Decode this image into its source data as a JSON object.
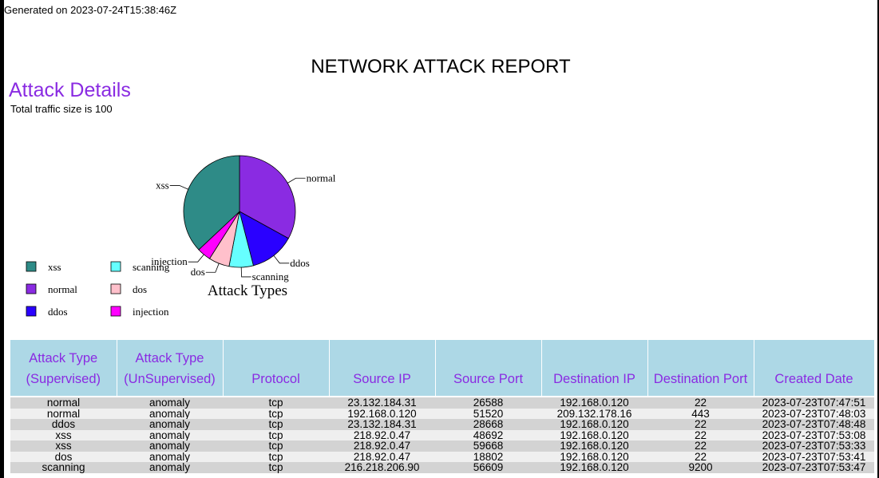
{
  "generated": "Generated on 2023-07-24T15:38:46Z",
  "report_title": "NETWORK ATTACK REPORT",
  "section_title": "Attack Details",
  "traffic_text": "Total traffic size is 100",
  "chart_data": {
    "type": "pie",
    "title": "Attack Types",
    "legend_placement": "bottom-left",
    "slices": [
      {
        "label": "normal",
        "value": 33,
        "color": "#8a2be2"
      },
      {
        "label": "ddos",
        "value": 13,
        "color": "#2a00ff"
      },
      {
        "label": "scanning",
        "value": 7,
        "color": "#66ffff"
      },
      {
        "label": "dos",
        "value": 6,
        "color": "#ffc0cb"
      },
      {
        "label": "injection",
        "value": 4,
        "color": "#ff00ff"
      },
      {
        "label": "xss",
        "value": 37,
        "color": "#2e8b87"
      }
    ],
    "legend": [
      {
        "label": "xss",
        "color": "#2e8b87"
      },
      {
        "label": "scanning",
        "color": "#66ffff"
      },
      {
        "label": "normal",
        "color": "#8a2be2"
      },
      {
        "label": "dos",
        "color": "#ffc0cb"
      },
      {
        "label": "ddos",
        "color": "#2a00ff"
      },
      {
        "label": "injection",
        "color": "#ff00ff"
      }
    ]
  },
  "table": {
    "headers": [
      [
        "Attack Type",
        "(Supervised)"
      ],
      [
        "Attack Type",
        "(UnSupervised)"
      ],
      [
        "",
        "Protocol"
      ],
      [
        "",
        "Source IP"
      ],
      [
        "",
        "Source Port"
      ],
      [
        "",
        "Destination IP"
      ],
      [
        "",
        "Destination Port"
      ],
      [
        "",
        "Created Date"
      ]
    ],
    "rows": [
      [
        "normal",
        "anomaly",
        "tcp",
        "23.132.184.31",
        "26588",
        "192.168.0.120",
        "22",
        "2023-07-23T07:47:51"
      ],
      [
        "normal",
        "anomaly",
        "tcp",
        "192.168.0.120",
        "51520",
        "209.132.178.16",
        "443",
        "2023-07-23T07:48:03"
      ],
      [
        "ddos",
        "anomaly",
        "tcp",
        "23.132.184.31",
        "28668",
        "192.168.0.120",
        "22",
        "2023-07-23T07:48:48"
      ],
      [
        "xss",
        "anomaly",
        "tcp",
        "218.92.0.47",
        "48692",
        "192.168.0.120",
        "22",
        "2023-07-23T07:53:08"
      ],
      [
        "xss",
        "anomaly",
        "tcp",
        "218.92.0.47",
        "59668",
        "192.168.0.120",
        "22",
        "2023-07-23T07:53:33"
      ],
      [
        "dos",
        "anomaly",
        "tcp",
        "218.92.0.47",
        "18802",
        "192.168.0.120",
        "22",
        "2023-07-23T07:53:41"
      ],
      [
        "scanning",
        "anomaly",
        "tcp",
        "216.218.206.90",
        "56609",
        "192.168.0.120",
        "9200",
        "2023-07-23T07:53:47"
      ]
    ]
  }
}
